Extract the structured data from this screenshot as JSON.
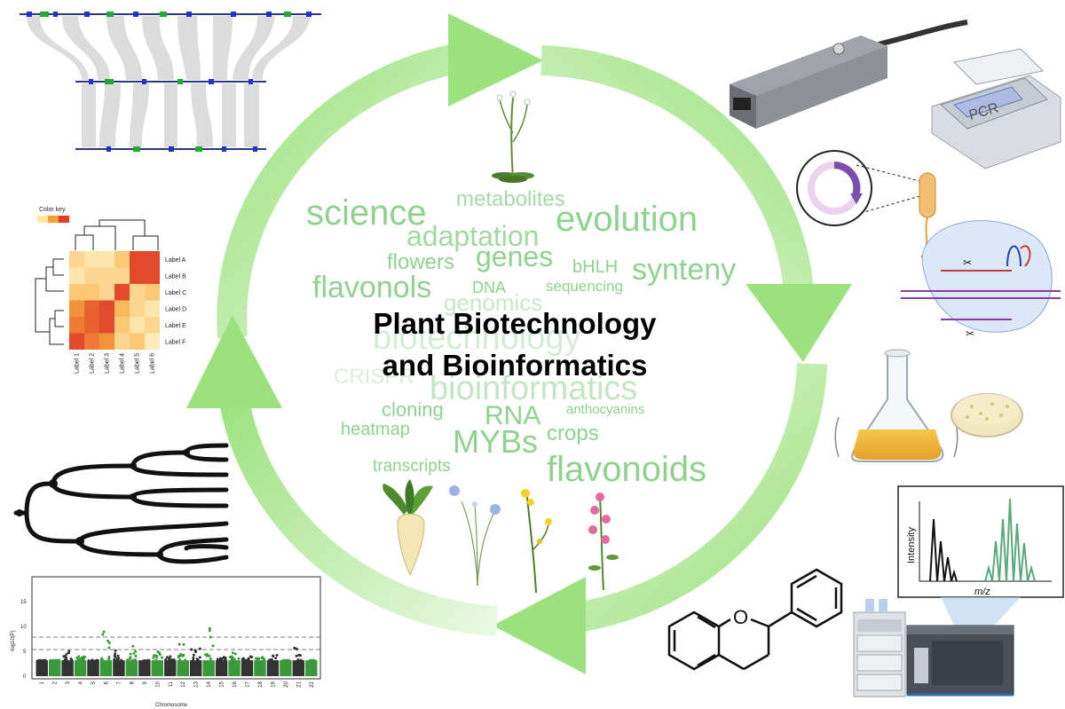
{
  "title": {
    "line1": "Plant Biotechnology",
    "line2": "and Bioinformatics"
  },
  "word_cloud": [
    {
      "text": "metabolites"
    },
    {
      "text": "science"
    },
    {
      "text": "evolution"
    },
    {
      "text": "adaptation"
    },
    {
      "text": "flowers"
    },
    {
      "text": "genes"
    },
    {
      "text": "bHLH"
    },
    {
      "text": "synteny"
    },
    {
      "text": "flavonols"
    },
    {
      "text": "DNA"
    },
    {
      "text": "sequencing"
    },
    {
      "text": "genomics"
    },
    {
      "text": "biotechnology"
    },
    {
      "text": "bioinformatics"
    },
    {
      "text": "CRISPR"
    },
    {
      "text": "cloning"
    },
    {
      "text": "RNA"
    },
    {
      "text": "anthocyanins"
    },
    {
      "text": "heatmap"
    },
    {
      "text": "MYBs"
    },
    {
      "text": "crops"
    },
    {
      "text": "transcripts"
    },
    {
      "text": "flavonoids"
    }
  ],
  "heatmap": {
    "color_key": "Color key",
    "row_labels": [
      "Label A",
      "Label B",
      "Label C",
      "Label D",
      "Label E",
      "Label F"
    ],
    "col_labels": [
      "Label 1",
      "Label 2",
      "Label 3",
      "Label 4",
      "Label 5",
      "Label 6"
    ],
    "values": [
      [
        0.2,
        0.1,
        0.1,
        0.3,
        0.9,
        0.9
      ],
      [
        0.1,
        0.2,
        0.2,
        0.2,
        0.9,
        0.9
      ],
      [
        0.3,
        0.3,
        0.2,
        0.9,
        0.2,
        0.3
      ],
      [
        0.6,
        0.8,
        0.9,
        0.4,
        0.2,
        0.1
      ],
      [
        0.7,
        0.8,
        0.9,
        0.3,
        0.1,
        0.2
      ],
      [
        0.9,
        0.7,
        0.6,
        0.2,
        0.3,
        0.05
      ]
    ]
  },
  "manhattan": {
    "ylabel": "-log10(P)",
    "xlabel": "Chromosome",
    "y_ticks": [
      "0",
      "5",
      "10",
      "15"
    ],
    "chromosomes": [
      "1",
      "2",
      "3",
      "4",
      "5",
      "6",
      "7",
      "8",
      "9",
      "10",
      "11",
      "12",
      "13",
      "14",
      "15",
      "16",
      "17",
      "18",
      "19",
      "20",
      "21",
      "22"
    ],
    "peaks": [
      3,
      3,
      6,
      4,
      3,
      10,
      6,
      8,
      3,
      5,
      4,
      7,
      6,
      10,
      4,
      5,
      4,
      4,
      6,
      3,
      7,
      3
    ],
    "colors": [
      "#333333",
      "#3a9a3a"
    ]
  },
  "pcr": {
    "label": "PCR"
  },
  "mass_spec": {
    "ylabel": "Intensity",
    "xlabel": "m/z"
  },
  "colors": {
    "arrow": "#a6e08a",
    "word": "#8fd28f",
    "purple": "#7a4fb0",
    "petri": "#f2e8c0"
  }
}
